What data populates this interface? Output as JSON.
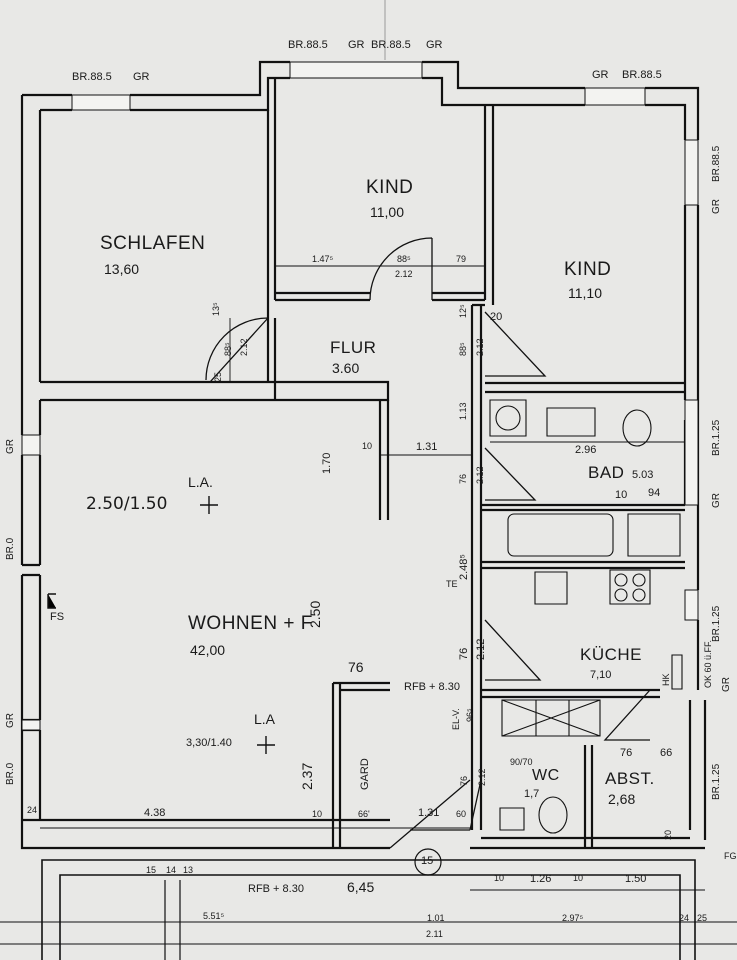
{
  "windows": {
    "top_left": "BR.88.5",
    "top_left_gr": "GR",
    "top_center_br": "BR.88.5",
    "top_center_gr1": "GR",
    "top_center_br2": "BR.88.5",
    "top_center_gr2": "GR",
    "top_right_gr": "GR",
    "top_right_br": "BR.88.5",
    "right_br_upper": "BR.88.5",
    "right_gr_upper": "GR",
    "right_br_125": "BR.1.25",
    "right_gr_mid": "GR",
    "right_br_125_b": "BR.1.25",
    "right_gr_kueche": "GR",
    "right_br_125_c": "BR.1.25",
    "left_gr_1": "GR",
    "left_br0_1": "BR.0",
    "left_gr_2": "GR",
    "left_br0_2": "BR.0"
  },
  "rooms": {
    "schlafen": {
      "name": "SCHLAFEN",
      "area": "13,60"
    },
    "kind1": {
      "name": "KIND",
      "area": "11,00"
    },
    "kind2": {
      "name": "KIND",
      "area": "11,10"
    },
    "flur": {
      "name": "FLUR",
      "area": "3.60"
    },
    "bad": {
      "name": "BAD",
      "area": "5.03"
    },
    "wohnen": {
      "name": "WOHNEN + F",
      "area": "42,00"
    },
    "kueche": {
      "name": "KÜCHE",
      "area": "7,10"
    },
    "wc": {
      "name": "WC",
      "area": "1,7"
    },
    "abst": {
      "name": "ABST.",
      "area": "2,68"
    }
  },
  "dimensions": {
    "d_147": "1.47⁵",
    "d_885_a": "88⁵",
    "d_212_a": "2.12",
    "d_79": "79",
    "d_125": "12⁵",
    "d_20": "20",
    "d_135": "13⁵",
    "d_885_b": "88⁵",
    "d_212_b": "2.12",
    "d_25": "25",
    "d_885_c": "88⁵",
    "d_212_c": "2.12",
    "d_113": "1.13",
    "d_10a": "10",
    "d_131": "1.31",
    "d_170": "1.70",
    "d_296": "2.96",
    "d_10b": "10",
    "d_94": "94",
    "d_76a": "76",
    "d_212_d": "2.12",
    "d_2485": "2.48⁵",
    "d_76b": "76",
    "d_212_e": "2.12",
    "d_250v": "2.50",
    "d_76c": "76",
    "d_965": "96⁵",
    "d_76d": "76",
    "d_212_f": "2.12",
    "d_9070": "90/70",
    "d_76e": "76",
    "d_66a": "66",
    "d_237": "2.37",
    "d_24": "24",
    "d_438": "4.38",
    "d_10c": "10",
    "d_66b": "66'",
    "d_131b": "1.31",
    "d_60": "60",
    "d_20b": "20",
    "d_10d": "10",
    "d_126": "1.26",
    "d_10e": "10",
    "d_150": "1.50",
    "d_15": "15",
    "d_14": "14",
    "d_13": "13",
    "d_5515": "5.51⁵",
    "d_101": "1.01",
    "d_2975": "2.97⁵",
    "d_24b": "24",
    "d_25b": "25",
    "d_211": "2.11",
    "d_645": "6,45"
  },
  "annotations": {
    "la1": "L.A.",
    "la1_ratio": "2.50/1.50",
    "la2": "L.A",
    "la2_ratio": "3,30/1.40",
    "rfb1": "RFB + 8.30",
    "rfb2": "RFB + 8.30",
    "fs": "FS",
    "te": "TE",
    "elv": "EL-V.",
    "hk": "HK",
    "gard": "GARD",
    "okff": "OK 60 ü.FF.",
    "stamp": "15",
    "fg": "FG"
  }
}
